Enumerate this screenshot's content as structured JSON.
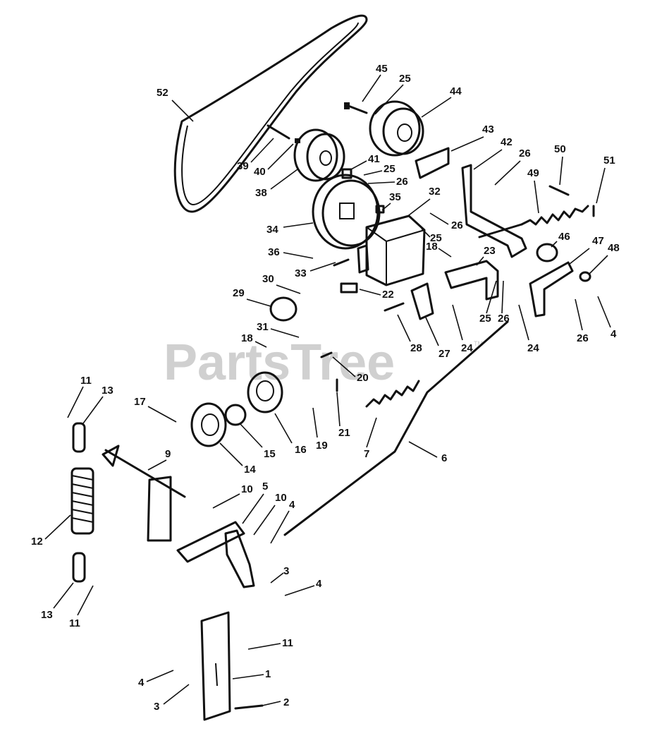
{
  "watermark": {
    "text": "PartsTree",
    "trademark": "TM"
  },
  "callouts": [
    {
      "id": "c45",
      "label": "45"
    },
    {
      "id": "c25a",
      "label": "25"
    },
    {
      "id": "c44",
      "label": "44"
    },
    {
      "id": "c52",
      "label": "52"
    },
    {
      "id": "c43",
      "label": "43"
    },
    {
      "id": "c42",
      "label": "42"
    },
    {
      "id": "c26a",
      "label": "26"
    },
    {
      "id": "c50",
      "label": "50"
    },
    {
      "id": "c51",
      "label": "51"
    },
    {
      "id": "c39",
      "label": "39"
    },
    {
      "id": "c40",
      "label": "40"
    },
    {
      "id": "c41",
      "label": "41"
    },
    {
      "id": "c25b",
      "label": "25"
    },
    {
      "id": "c26b",
      "label": "26"
    },
    {
      "id": "c38",
      "label": "38"
    },
    {
      "id": "c49",
      "label": "49"
    },
    {
      "id": "c35",
      "label": "35"
    },
    {
      "id": "c32",
      "label": "32"
    },
    {
      "id": "c26c",
      "label": "26"
    },
    {
      "id": "c34",
      "label": "34"
    },
    {
      "id": "c25c",
      "label": "25"
    },
    {
      "id": "c46",
      "label": "46"
    },
    {
      "id": "c47",
      "label": "47"
    },
    {
      "id": "c48",
      "label": "48"
    },
    {
      "id": "c36",
      "label": "36"
    },
    {
      "id": "c18a",
      "label": "18"
    },
    {
      "id": "c23",
      "label": "23"
    },
    {
      "id": "c33",
      "label": "33"
    },
    {
      "id": "c30",
      "label": "30"
    },
    {
      "id": "c22",
      "label": "22"
    },
    {
      "id": "c29",
      "label": "29"
    },
    {
      "id": "c25d",
      "label": "25"
    },
    {
      "id": "c26d",
      "label": "26"
    },
    {
      "id": "c26e",
      "label": "26"
    },
    {
      "id": "c4a",
      "label": "4"
    },
    {
      "id": "c31",
      "label": "31"
    },
    {
      "id": "c28",
      "label": "28"
    },
    {
      "id": "c27",
      "label": "27"
    },
    {
      "id": "c24a",
      "label": "24"
    },
    {
      "id": "c24b",
      "label": "24"
    },
    {
      "id": "c18b",
      "label": "18"
    },
    {
      "id": "c20",
      "label": "20"
    },
    {
      "id": "c11a",
      "label": "11"
    },
    {
      "id": "c13a",
      "label": "13"
    },
    {
      "id": "c17",
      "label": "17"
    },
    {
      "id": "c21",
      "label": "21"
    },
    {
      "id": "c19",
      "label": "19"
    },
    {
      "id": "c15",
      "label": "15"
    },
    {
      "id": "c16",
      "label": "16"
    },
    {
      "id": "c7",
      "label": "7"
    },
    {
      "id": "c6",
      "label": "6"
    },
    {
      "id": "c9",
      "label": "9"
    },
    {
      "id": "c14",
      "label": "14"
    },
    {
      "id": "c10a",
      "label": "10"
    },
    {
      "id": "c5",
      "label": "5"
    },
    {
      "id": "c10b",
      "label": "10"
    },
    {
      "id": "c4b",
      "label": "4"
    },
    {
      "id": "c12",
      "label": "12"
    },
    {
      "id": "c3a",
      "label": "3"
    },
    {
      "id": "c4c",
      "label": "4"
    },
    {
      "id": "c13b",
      "label": "13"
    },
    {
      "id": "c11b",
      "label": "11"
    },
    {
      "id": "c11c",
      "label": "11"
    },
    {
      "id": "c1",
      "label": "1"
    },
    {
      "id": "c4d",
      "label": "4"
    },
    {
      "id": "c3b",
      "label": "3"
    },
    {
      "id": "c2",
      "label": "2"
    }
  ]
}
